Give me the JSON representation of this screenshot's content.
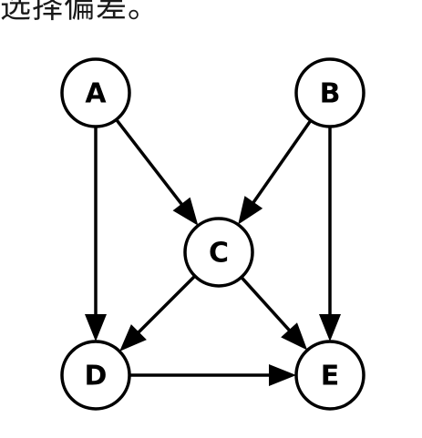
{
  "caption": "选择偏差。",
  "diagram": {
    "nodes": [
      {
        "id": "A",
        "label": "A"
      },
      {
        "id": "B",
        "label": "B"
      },
      {
        "id": "C",
        "label": "C"
      },
      {
        "id": "D",
        "label": "D"
      },
      {
        "id": "E",
        "label": "E"
      }
    ],
    "edges": [
      {
        "from": "A",
        "to": "C"
      },
      {
        "from": "B",
        "to": "C"
      },
      {
        "from": "A",
        "to": "D"
      },
      {
        "from": "C",
        "to": "D"
      },
      {
        "from": "C",
        "to": "E"
      },
      {
        "from": "B",
        "to": "E"
      },
      {
        "from": "D",
        "to": "E"
      }
    ]
  }
}
